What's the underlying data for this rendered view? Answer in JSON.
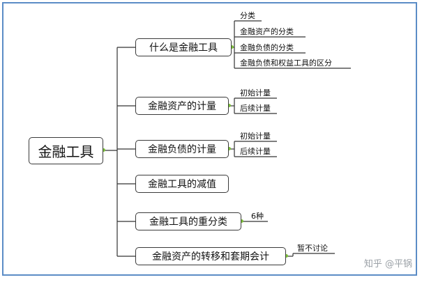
{
  "root": {
    "label": "金融工具"
  },
  "branches": [
    {
      "label": "什么是金融工具",
      "children": [
        "分类",
        "金融资产的分类",
        "金融负债的分类",
        "金融负债和权益工具的区分"
      ]
    },
    {
      "label": "金融资产的计量",
      "children": [
        "初始计量",
        "后续计量"
      ]
    },
    {
      "label": "金融负债的计量",
      "children": [
        "初始计量",
        "后续计量"
      ]
    },
    {
      "label": "金融工具的减值",
      "children": []
    },
    {
      "label": "金融工具的重分类",
      "children": [
        "6种"
      ]
    },
    {
      "label": "金融资产的转移和套期会计",
      "children": [
        "暂不讨论"
      ]
    }
  ],
  "watermark": "知乎 @平锅",
  "colors": {
    "frame": "#5b8cc6",
    "connector": "#7cbf3a",
    "line": "#333333"
  }
}
